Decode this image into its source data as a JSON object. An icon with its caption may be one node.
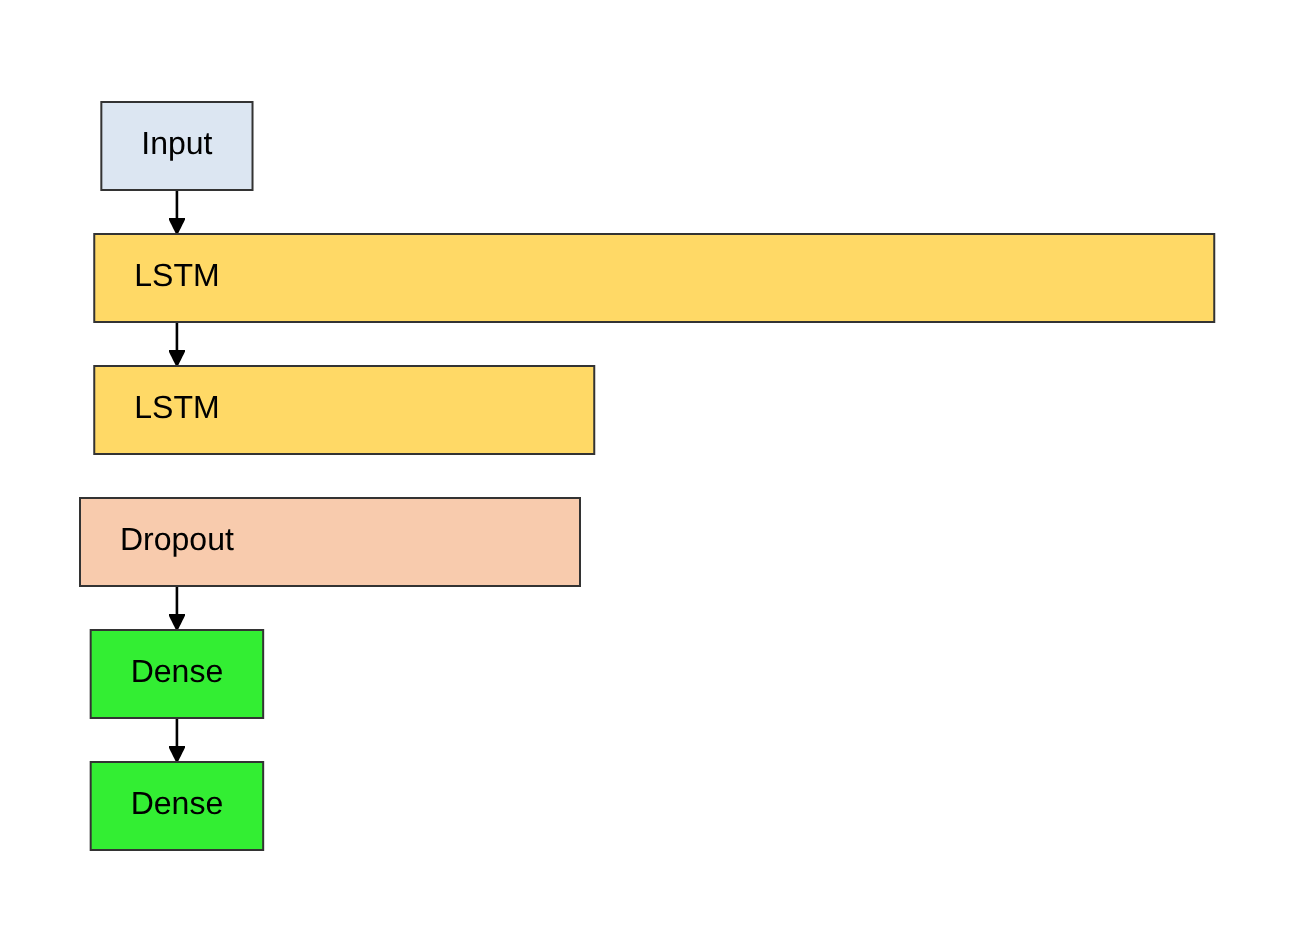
{
  "diagram": {
    "nodes": [
      {
        "text": [
          "Input"
        ]
      },
      {
        "text": [
          "LSTM"
        ]
      },
      {
        "text": [
          "LSTM"
        ]
      },
      {
        "text": [
          "Dropout"
        ]
      },
      {
        "text": [
          "Dense"
        ]
      },
      {
        "text": [
          "Dense"
        ]
      }
    ],
    "edges": [
      {
        "from": 0,
        "to": 1,
        "arrow": "to"
      },
      {
        "from": 1,
        "to": 2,
        "arrow": "to"
      },
      {
        "from": 3,
        "to": 4,
        "arrow": "to"
      },
      {
        "from": 4,
        "to": 5,
        "arrow": "to"
      }
    ]
  }
}
